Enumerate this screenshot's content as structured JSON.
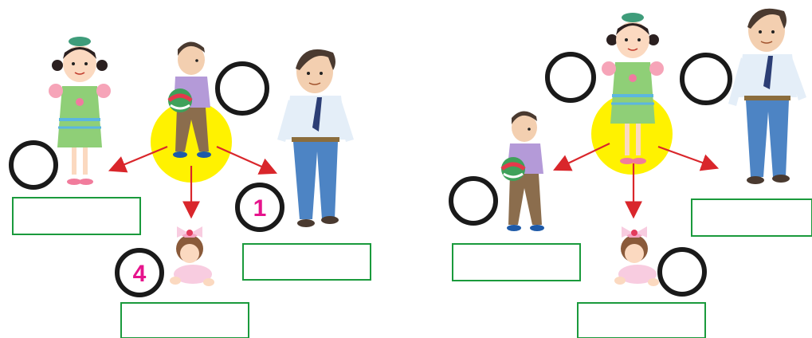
{
  "colors": {
    "highlight": "#fff200",
    "arrow": "#d9262b",
    "answer_box": "#1a9a3c",
    "circle": "#1a1a1a",
    "number": "#e6148c"
  },
  "panels": [
    {
      "name": "left",
      "center_figure": "boy-with-ball",
      "circles": [
        {
          "label": "circle-boy",
          "value": ""
        },
        {
          "label": "circle-girl",
          "value": ""
        },
        {
          "label": "circle-man",
          "value": "1"
        },
        {
          "label": "circle-baby",
          "value": "4"
        }
      ],
      "answer_boxes": [
        "girl",
        "man",
        "baby"
      ]
    },
    {
      "name": "right",
      "center_figure": "girl",
      "circles": [
        {
          "label": "circle-girl",
          "value": ""
        },
        {
          "label": "circle-man",
          "value": ""
        },
        {
          "label": "circle-boy",
          "value": ""
        },
        {
          "label": "circle-baby",
          "value": ""
        }
      ],
      "answer_boxes": [
        "boy",
        "man",
        "baby"
      ]
    }
  ]
}
